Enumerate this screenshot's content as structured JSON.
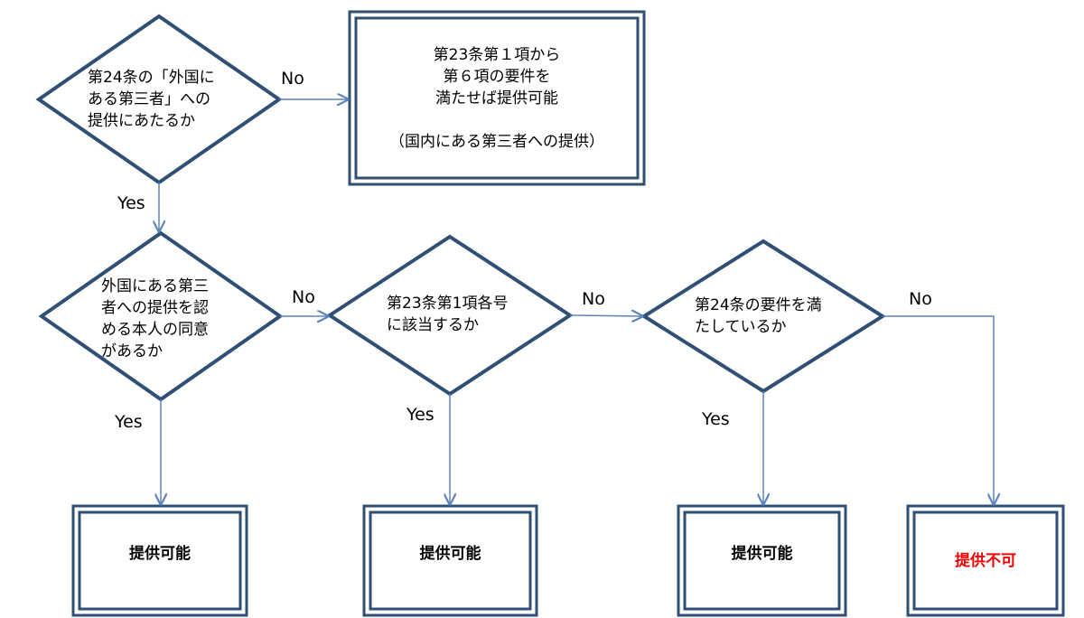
{
  "diagram": {
    "q1": "第24条の「外国に\nある第三者」への\n提供にあたるか",
    "q2": "外国にある第三\n者への提供を認\nめる本人の同意\nがあるか",
    "q3": "第23条第1項各号\nに該当するか",
    "q4": "第24条の要件を満\nたしているか",
    "domestic": "第23条第１項から\n第６項の要件を\n満たせば提供可能\n\n（国内にある第三者への提供）",
    "result_ok_1": "提供可能",
    "result_ok_2": "提供可能",
    "result_ok_3": "提供可能",
    "result_ng": "提供不可",
    "edge_no_1": "No",
    "edge_yes_1": "Yes",
    "edge_no_2": "No",
    "edge_yes_2": "Yes",
    "edge_no_3": "No",
    "edge_yes_3": "Yes",
    "edge_no_4": "No",
    "edge_yes_4": "Yes"
  },
  "colors": {
    "shape_stroke": "#2f4f75",
    "arrow": "#5b84bf",
    "ng_text": "#ee0000"
  }
}
